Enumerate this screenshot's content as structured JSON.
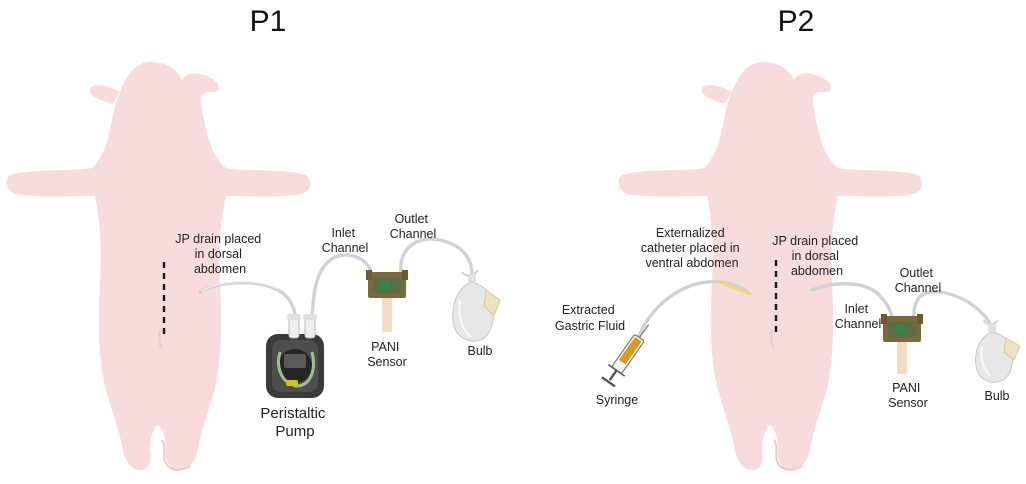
{
  "panels": [
    {
      "title": "P1",
      "labels": {
        "jp_drain": [
          "JP drain placed",
          "in dorsal",
          "abdomen"
        ],
        "inlet": [
          "Inlet",
          "Channel"
        ],
        "outlet": [
          "Outlet",
          "Channel"
        ],
        "sensor": [
          "PANI",
          "Sensor"
        ],
        "bulb": [
          "Bulb"
        ],
        "pump": [
          "Peristaltic",
          "Pump"
        ]
      }
    },
    {
      "title": "P2",
      "labels": {
        "catheter": [
          "Externalized",
          "catheter placed in",
          "ventral abdomen"
        ],
        "jp_drain": [
          "JP drain placed",
          "in dorsal",
          "abdomen"
        ],
        "gastric": [
          "Extracted",
          "Gastric Fluid"
        ],
        "syringe": [
          "Syringe"
        ],
        "inlet": [
          "Inlet",
          "Channel"
        ],
        "outlet": [
          "Outlet",
          "Channel"
        ],
        "sensor": [
          "PANI",
          "Sensor"
        ],
        "bulb": [
          "Bulb"
        ]
      }
    }
  ],
  "colors": {
    "pig": "#f7dcdb",
    "tube": "#cfd2d6",
    "sensor_board": "#7a6a3a",
    "sensor_chip": "#2f8a4a",
    "pump_body": "#3a3a3a",
    "syringe_fluid": "#d99a1c"
  },
  "icons": [
    "pig-silhouette-icon",
    "peristaltic-pump-icon",
    "pani-sensor-icon",
    "bulb-icon",
    "syringe-icon"
  ]
}
